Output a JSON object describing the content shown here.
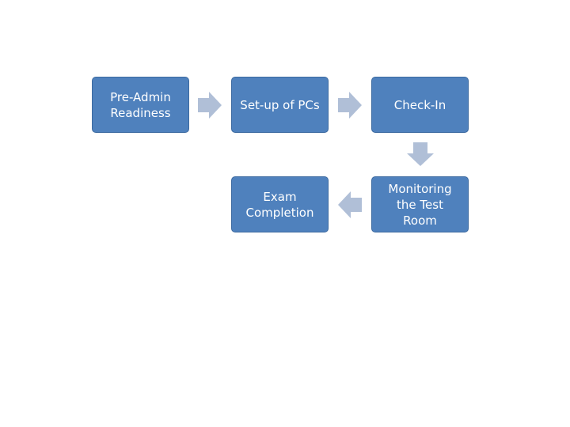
{
  "colors": {
    "box_fill": "#4f81bd",
    "box_text": "#ffffff",
    "arrow_fill": "#b0bfd7"
  },
  "diagram": {
    "steps": [
      {
        "label": "Pre-Admin\nReadiness"
      },
      {
        "label": "Set-up of PCs"
      },
      {
        "label": "Check-In"
      },
      {
        "label": "Monitoring\nthe Test\nRoom"
      },
      {
        "label": "Exam\nCompletion"
      }
    ],
    "arrows": [
      {
        "from": "Pre-Admin Readiness",
        "to": "Set-up of PCs",
        "direction": "right"
      },
      {
        "from": "Set-up of PCs",
        "to": "Check-In",
        "direction": "right"
      },
      {
        "from": "Check-In",
        "to": "Monitoring the Test Room",
        "direction": "down"
      },
      {
        "from": "Monitoring the Test Room",
        "to": "Exam Completion",
        "direction": "left"
      }
    ]
  }
}
